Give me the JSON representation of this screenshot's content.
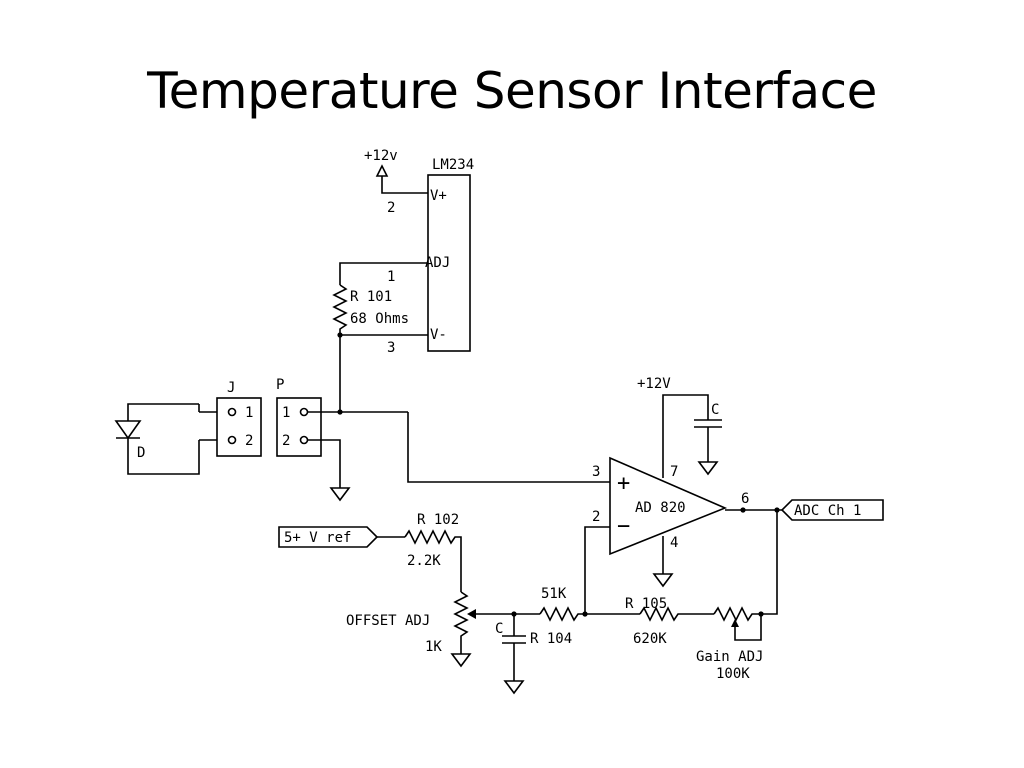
{
  "title": "Temperature Sensor Interface",
  "schematic": {
    "lm234": {
      "name": "LM234",
      "pin_vplus": "V+",
      "pin_adj": "ADJ",
      "pin_vminus": "V-",
      "pin2": "2",
      "pin1": "1",
      "pin3": "3",
      "supply": "+12v"
    },
    "r101": {
      "name": "R 101",
      "value": "68 Ohms"
    },
    "conn_j": {
      "name": "J",
      "pin1": "1",
      "pin2": "2"
    },
    "conn_p": {
      "name": "P",
      "pin1": "1",
      "pin2": "2"
    },
    "diode": {
      "name": "D"
    },
    "opamp": {
      "name": "AD 820",
      "plus": "+",
      "minus": "−",
      "pin3": "3",
      "pin2": "2",
      "pin6": "6",
      "pin7": "7",
      "pin4": "4",
      "supply": "+12V"
    },
    "cap_supply": {
      "name": "C"
    },
    "output_port": {
      "label": "ADC Ch 1"
    },
    "vref_port": {
      "label": "5+ V ref"
    },
    "r102": {
      "name": "R 102",
      "value": "2.2K"
    },
    "offset_pot": {
      "name": "OFFSET ADJ",
      "value": "1K"
    },
    "r104": {
      "name": "R 104",
      "value": "51K"
    },
    "cap_filter": {
      "name": "C"
    },
    "r105": {
      "name": "R 105",
      "value": "620K"
    },
    "gain_pot": {
      "name": "Gain ADJ",
      "value": "100K"
    }
  }
}
